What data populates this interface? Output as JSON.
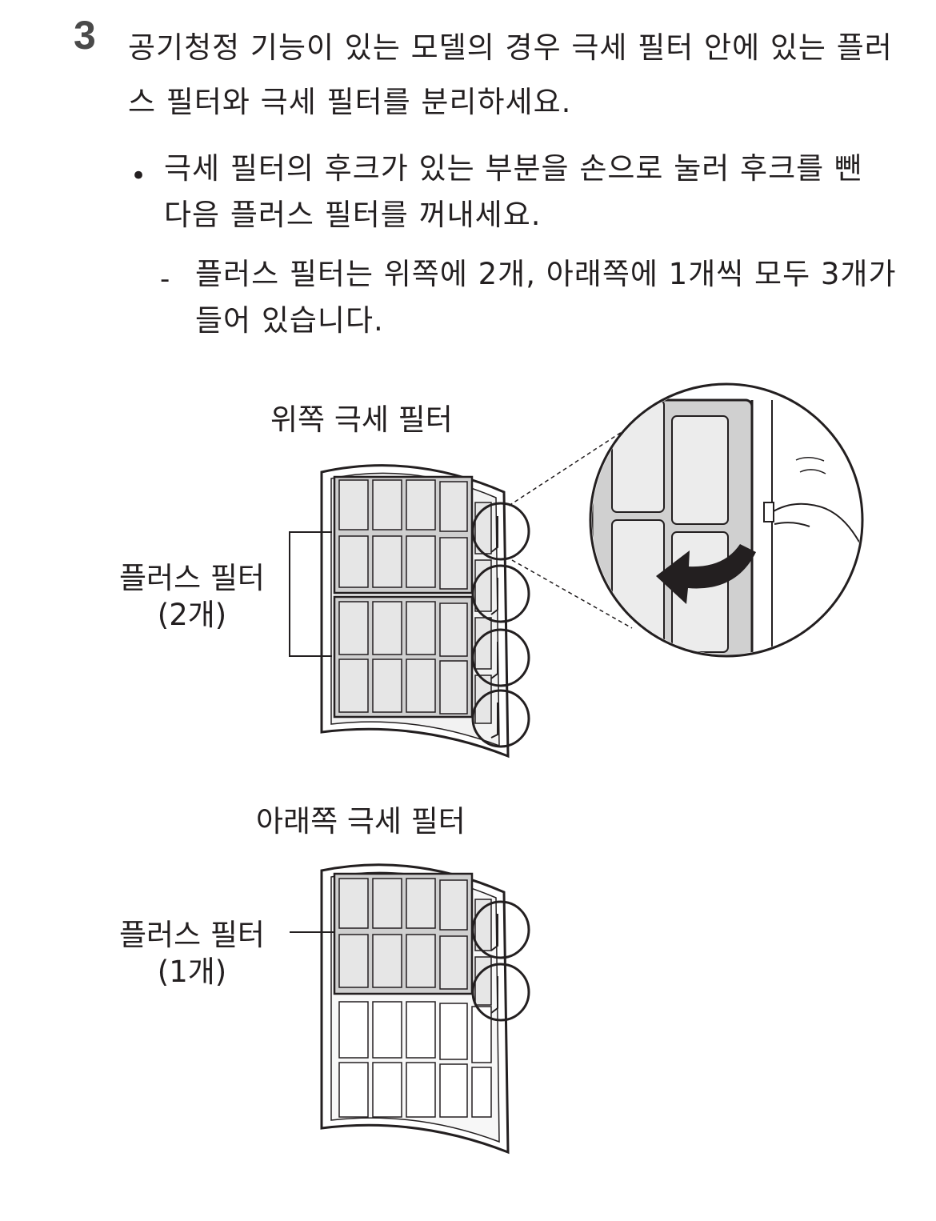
{
  "step": {
    "number": "3",
    "text": "공기청정 기능이 있는 모델의 경우 극세 필터 안에 있는 플러스 필터와 극세 필터를 분리하세요."
  },
  "bullet": {
    "text": "극세 필터의 후크가 있는 부분을 손으로 눌러 후크를 뺀 다음 플러스 필터를 꺼내세요."
  },
  "note": {
    "text": "플러스 필터는 위쪽에 2개, 아래쪽에 1개씩 모두 3개가 들어 있습니다."
  },
  "figure_upper": {
    "title": "위쪽 극세 필터",
    "label_main": "플러스 필터",
    "label_count": "(2개)"
  },
  "figure_lower": {
    "title": "아래쪽 극세 필터",
    "label_main": "플러스 필터",
    "label_count": "(1개)"
  },
  "icons": [
    "bullet-dot-icon",
    "dash-icon",
    "hook-circle-icon",
    "curved-arrow-icon",
    "hand-icon"
  ]
}
